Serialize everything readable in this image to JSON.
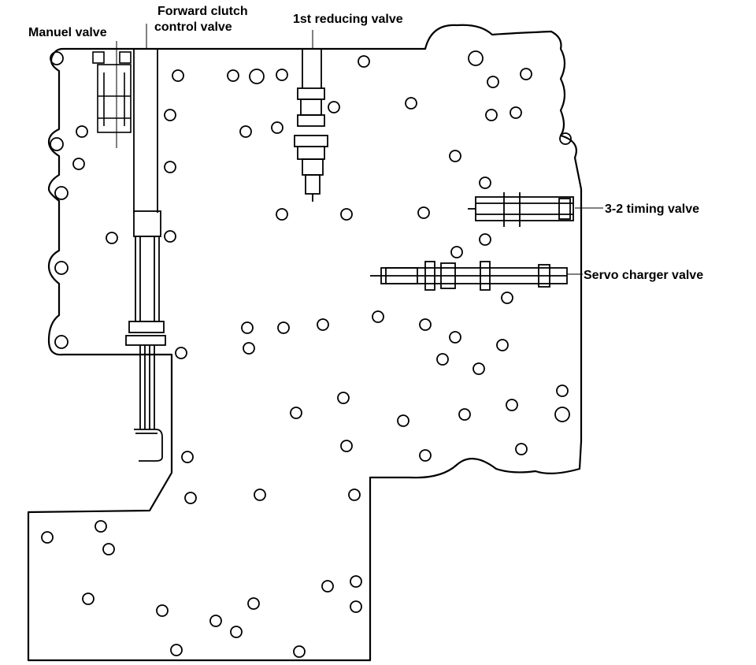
{
  "labels": {
    "manual_valve": "Manuel valve",
    "forward_clutch_line1": "Forward clutch",
    "forward_clutch_line2": "control valve",
    "first_reducing_valve": "1st reducing valve",
    "timing_valve": "3-2 timing valve",
    "servo_charger_valve": "Servo charger valve"
  },
  "colors": {
    "ink": "#000000",
    "paper": "#ffffff"
  }
}
